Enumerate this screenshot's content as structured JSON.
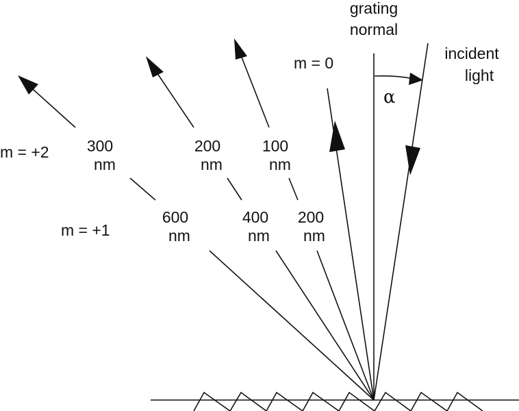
{
  "labels": {
    "grating_normal": [
      "grating",
      "normal"
    ],
    "incident_light": [
      "incident",
      "light"
    ],
    "alpha": "α",
    "order_0": "m = 0",
    "order_plus1": "m = +1",
    "order_plus2": "m = +2"
  },
  "order_plus2_wavelengths": [
    {
      "value": "300",
      "unit": "nm"
    },
    {
      "value": "200",
      "unit": "nm"
    },
    {
      "value": "100",
      "unit": "nm"
    }
  ],
  "order_plus1_wavelengths": [
    {
      "value": "600",
      "unit": "nm"
    },
    {
      "value": "400",
      "unit": "nm"
    },
    {
      "value": "200",
      "unit": "nm"
    }
  ]
}
